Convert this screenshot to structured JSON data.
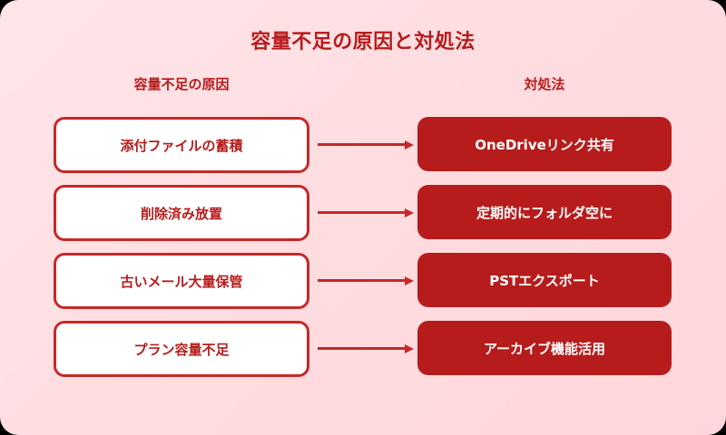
{
  "title": "容量不足の原因と対処法",
  "columns": {
    "left_header": "容量不足の原因",
    "right_header": "対処法"
  },
  "rows": [
    {
      "cause": "添付ファイルの蓄積",
      "solution": "OneDriveリンク共有"
    },
    {
      "cause": "削除済み放置",
      "solution": "定期的にフォルダ空に"
    },
    {
      "cause": "古いメール大量保管",
      "solution": "PSTエクスポート"
    },
    {
      "cause": "プラン容量不足",
      "solution": "アーカイブ機能活用"
    }
  ],
  "colors": {
    "accent": "#b71c1c",
    "border": "#c62828",
    "background": "#ffe0e4",
    "cause_fill": "#ffffff",
    "solution_text": "#ffffff"
  },
  "icons": {
    "connector": "arrow-right-icon"
  }
}
